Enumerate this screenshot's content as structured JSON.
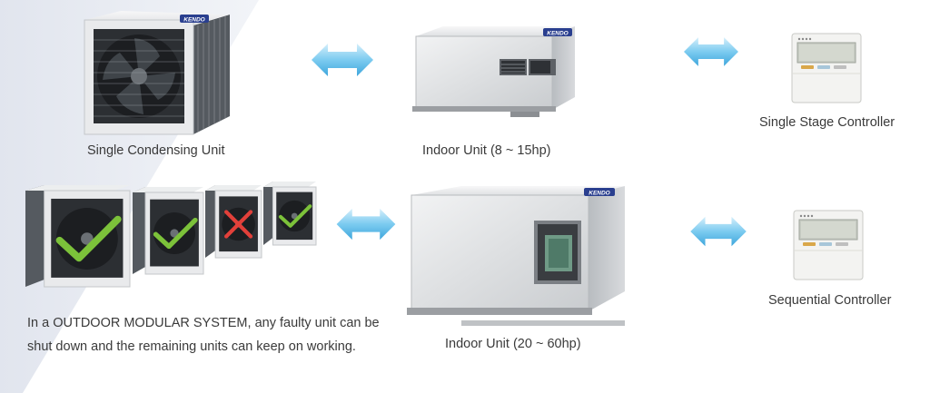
{
  "labels": {
    "single_condensing_unit": "Single Condensing Unit",
    "indoor_unit_small": "Indoor Unit (8 ~ 15hp)",
    "single_stage_controller": "Single Stage Controller",
    "indoor_unit_large": "Indoor Unit (20 ~ 60hp)",
    "sequential_controller": "Sequential Controller"
  },
  "description": "In a OUTDOOR MODULAR SYSTEM, any faulty unit can be shut down and the remaining units can keep on working.",
  "brand": "KENDO",
  "modules": [
    {
      "status": "ok"
    },
    {
      "status": "ok"
    },
    {
      "status": "fault"
    },
    {
      "status": "ok"
    }
  ],
  "colors": {
    "check": "#7cc23a",
    "fault": "#e2403a",
    "arrow": "#5db8e6",
    "background_stripe": "#e9ecf3"
  }
}
